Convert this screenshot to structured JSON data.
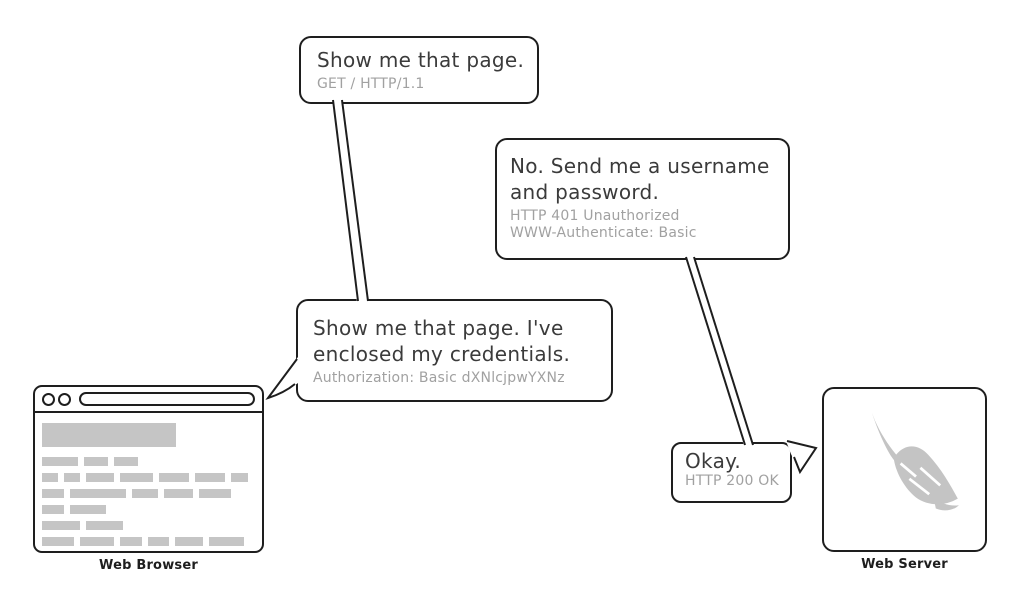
{
  "bubbles": [
    {
      "id": "get-request",
      "main_lines": [
        "Show me that page."
      ],
      "sub_lines": [
        "GET / HTTP/1.1"
      ]
    },
    {
      "id": "unauthorized-response",
      "main_lines": [
        "No. Send me a username",
        "and password."
      ],
      "sub_lines": [
        "HTTP 401 Unauthorized",
        "WWW-Authenticate: Basic"
      ]
    },
    {
      "id": "authorized-request",
      "main_lines": [
        "Show me that page. I've",
        "enclosed my credentials."
      ],
      "sub_lines": [
        "Authorization: Basic dXNlcjpwYXNz"
      ]
    },
    {
      "id": "ok-response",
      "main_lines": [
        "Okay."
      ],
      "sub_lines": [
        "HTTP 200 OK"
      ]
    }
  ],
  "nodes": {
    "browser": {
      "label": "Web Browser",
      "icon": "browser-window-icon"
    },
    "server": {
      "label": "Web Server",
      "icon": "apache-feather-icon"
    }
  },
  "colors": {
    "outline": "#1e1e1e",
    "main_text": "#3b3b3b",
    "sub_text": "#a1a1a1",
    "placeholder_gray": "#c5c5c5",
    "background": "#ffffff"
  }
}
